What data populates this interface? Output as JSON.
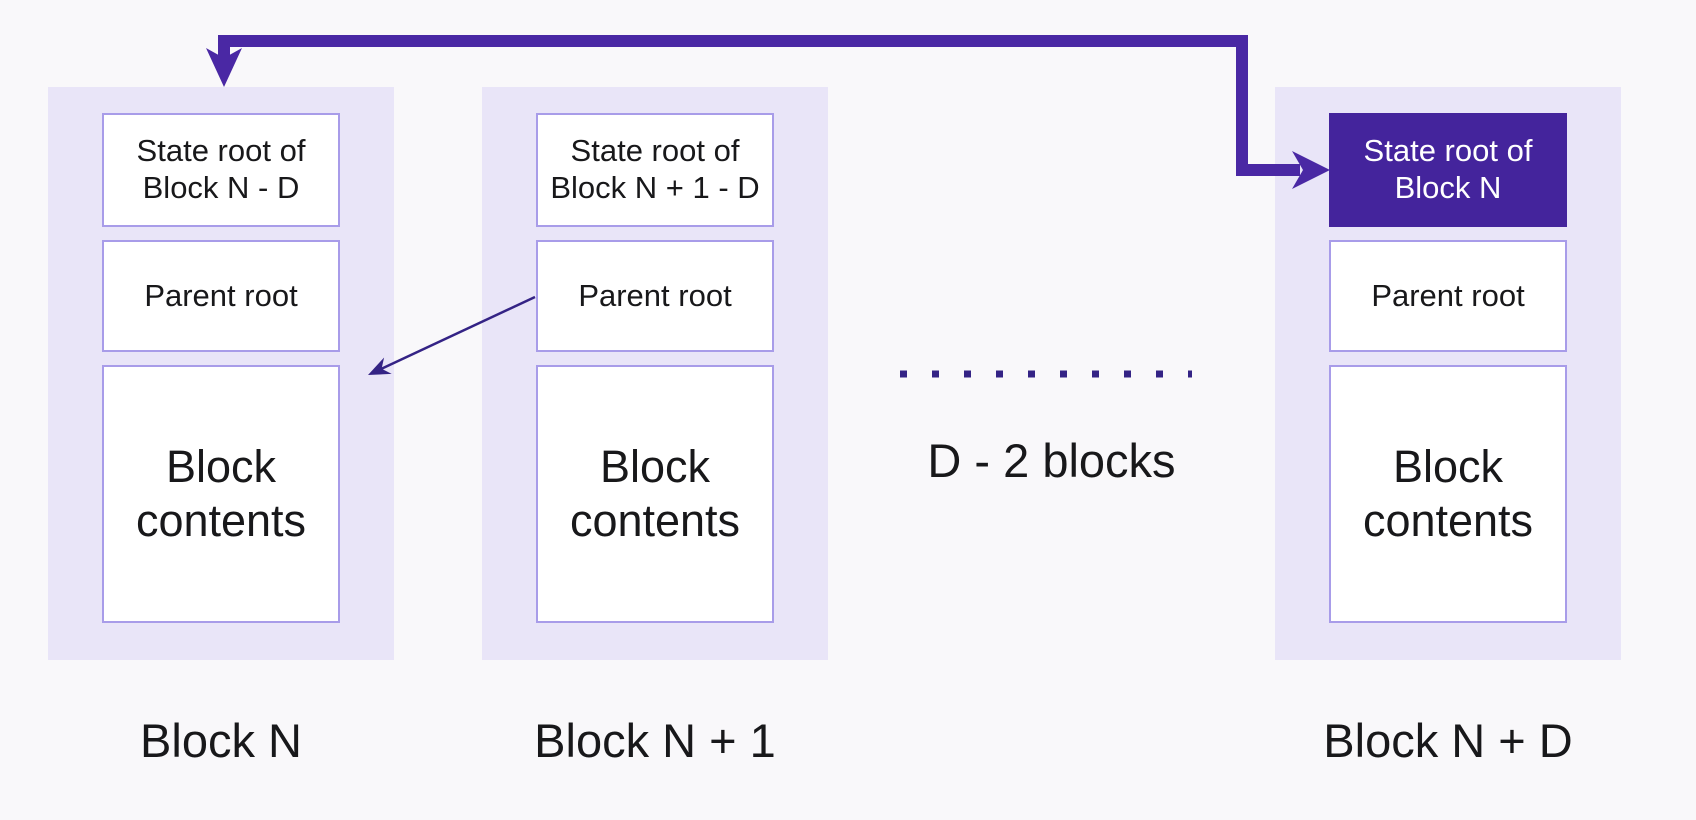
{
  "diagram": {
    "blocks": [
      {
        "name": "Block N",
        "state_root": "State root of Block N - D",
        "parent_root": "Parent root",
        "contents": "Block contents",
        "state_root_highlighted": false
      },
      {
        "name": "Block N + 1",
        "state_root": "State root of Block N + 1 - D",
        "parent_root": "Parent root",
        "contents": "Block contents",
        "state_root_highlighted": false
      },
      {
        "name": "Block N + D",
        "state_root": "State root of Block N",
        "parent_root": "Parent root",
        "contents": "Block contents",
        "state_root_highlighted": true
      }
    ],
    "gap_label": "D - 2 blocks",
    "colors": {
      "background": "#f9f8fa",
      "container_bg": "#e9e5f8",
      "box_border": "#a89ce9",
      "accent": "#44249c",
      "arrow": "#4a28a4",
      "thin_arrow": "#342385",
      "text": "#18181a"
    }
  }
}
